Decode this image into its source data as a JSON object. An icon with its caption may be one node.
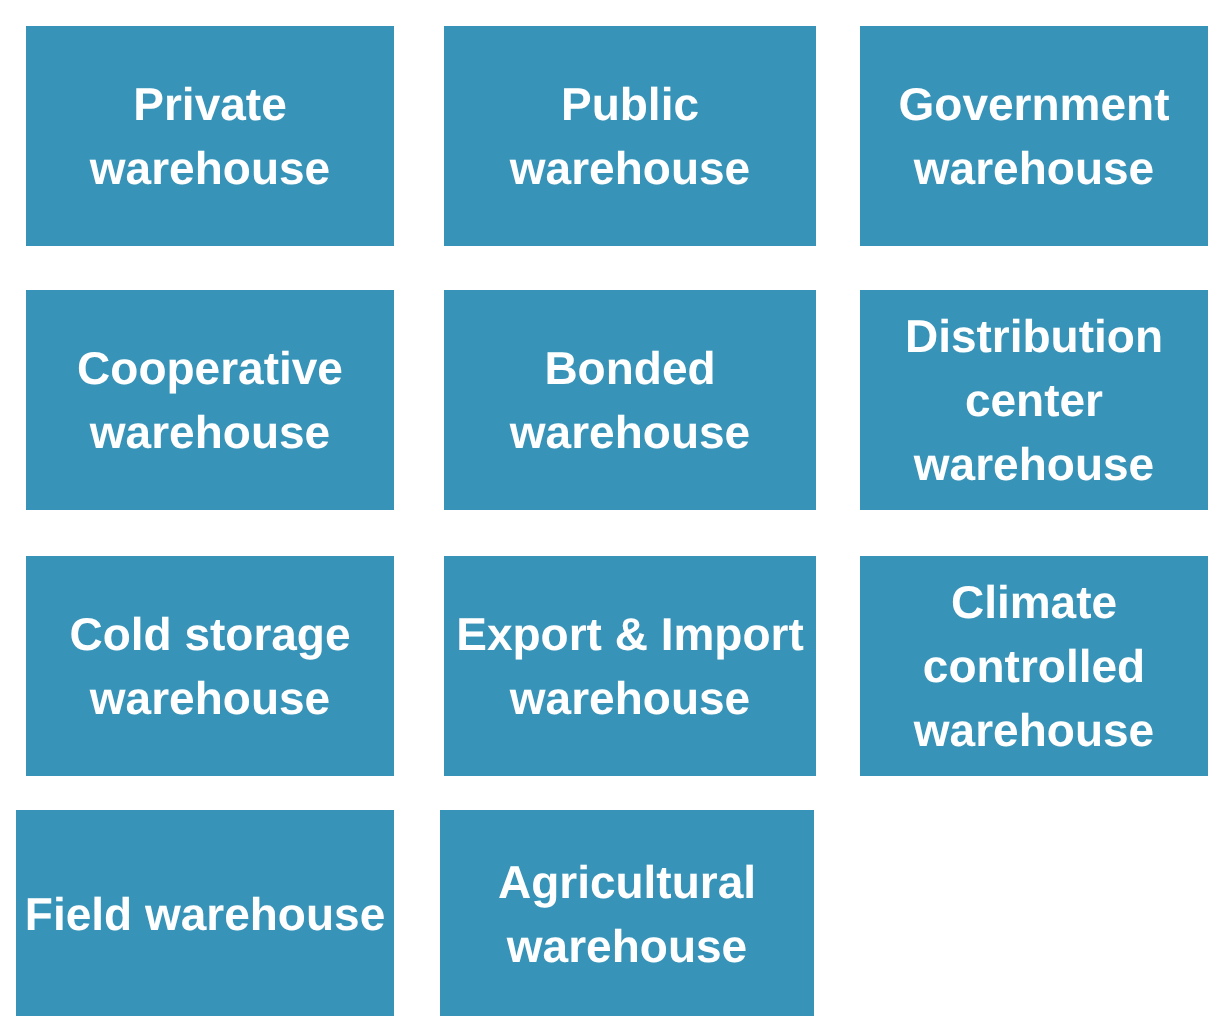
{
  "diagram": {
    "nodes": [
      {
        "text": [
          "Private warehouse"
        ]
      },
      {
        "text": [
          "Public warehouse"
        ]
      },
      {
        "text": [
          "Government warehouse"
        ]
      },
      {
        "text": [
          "Cooperative warehouse"
        ]
      },
      {
        "text": [
          "Bonded warehouse"
        ]
      },
      {
        "text": [
          "Distribution center warehouse"
        ]
      },
      {
        "text": [
          "Cold storage warehouse"
        ]
      },
      {
        "text": [
          "Export & Import warehouse"
        ]
      },
      {
        "text": [
          "Climate controlled warehouse"
        ]
      },
      {
        "text": [
          "Field warehouse"
        ]
      },
      {
        "text": [
          "Agricultural warehouse"
        ]
      }
    ]
  }
}
